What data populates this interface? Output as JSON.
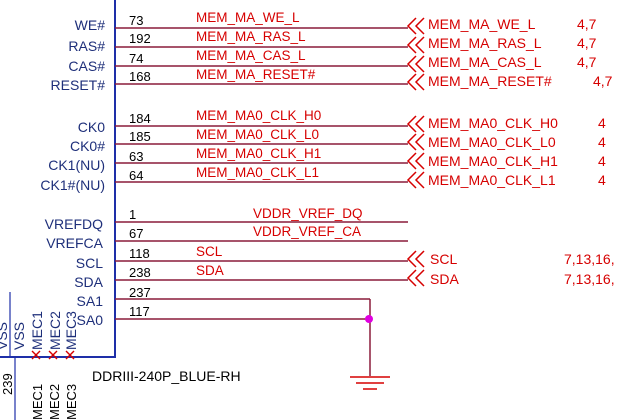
{
  "component": {
    "part_name": "DDRIII-240P_BLUE-RH",
    "bottom_pins": [
      "VSS",
      "VSS",
      "MEC1",
      "MEC2",
      "MEC3"
    ],
    "bottom_external": [
      "239",
      "MEC1",
      "MEC2",
      "MEC3"
    ]
  },
  "pins": [
    {
      "name": "WE#",
      "number": "73",
      "net": "MEM_MA_WE_L",
      "port": "MEM_MA_WE_L",
      "ref": "4,7"
    },
    {
      "name": "RAS#",
      "number": "192",
      "net": "MEM_MA_RAS_L",
      "port": "MEM_MA_RAS_L",
      "ref": "4,7"
    },
    {
      "name": "CAS#",
      "number": "74",
      "net": "MEM_MA_CAS_L",
      "port": "MEM_MA_CAS_L",
      "ref": "4,7"
    },
    {
      "name": "RESET#",
      "number": "168",
      "net": "MEM_MA_RESET#",
      "port": "MEM_MA_RESET#",
      "ref": "4,7"
    },
    {
      "name": "CK0",
      "number": "184",
      "net": "MEM_MA0_CLK_H0",
      "port": "MEM_MA0_CLK_H0",
      "ref": "4"
    },
    {
      "name": "CK0#",
      "number": "185",
      "net": "MEM_MA0_CLK_L0",
      "port": "MEM_MA0_CLK_L0",
      "ref": "4"
    },
    {
      "name": "CK1(NU)",
      "number": "63",
      "net": "MEM_MA0_CLK_H1",
      "port": "MEM_MA0_CLK_H1",
      "ref": "4"
    },
    {
      "name": "CK1#(NU)",
      "number": "64",
      "net": "MEM_MA0_CLK_L1",
      "port": "MEM_MA0_CLK_L1",
      "ref": "4"
    },
    {
      "name": "VREFDQ",
      "number": "1",
      "net": "VDDR_VREF_DQ",
      "port": "",
      "ref": ""
    },
    {
      "name": "VREFCA",
      "number": "67",
      "net": "VDDR_VREF_CA",
      "port": "",
      "ref": ""
    },
    {
      "name": "SCL",
      "number": "118",
      "net": "SCL",
      "port": "SCL",
      "ref": "7,13,16,"
    },
    {
      "name": "SDA",
      "number": "238",
      "net": "SDA",
      "port": "SDA",
      "ref": "7,13,16,"
    },
    {
      "name": "SA1",
      "number": "237",
      "net": "",
      "port": "",
      "ref": ""
    },
    {
      "name": "SA0",
      "number": "117",
      "net": "",
      "port": "",
      "ref": ""
    }
  ],
  "colors": {
    "body_outline": "#1e2fa8",
    "pin_line": "#8a1c3a",
    "net_text": "#d60000",
    "pin_text": "#1e2f7a",
    "junction": "#e000e0",
    "no_connect": "#d60000",
    "ground": "#d60000"
  },
  "icons": [
    "ground-symbol-icon",
    "junction-dot-icon",
    "no-connect-x-icon",
    "off-page-connector-icon"
  ]
}
